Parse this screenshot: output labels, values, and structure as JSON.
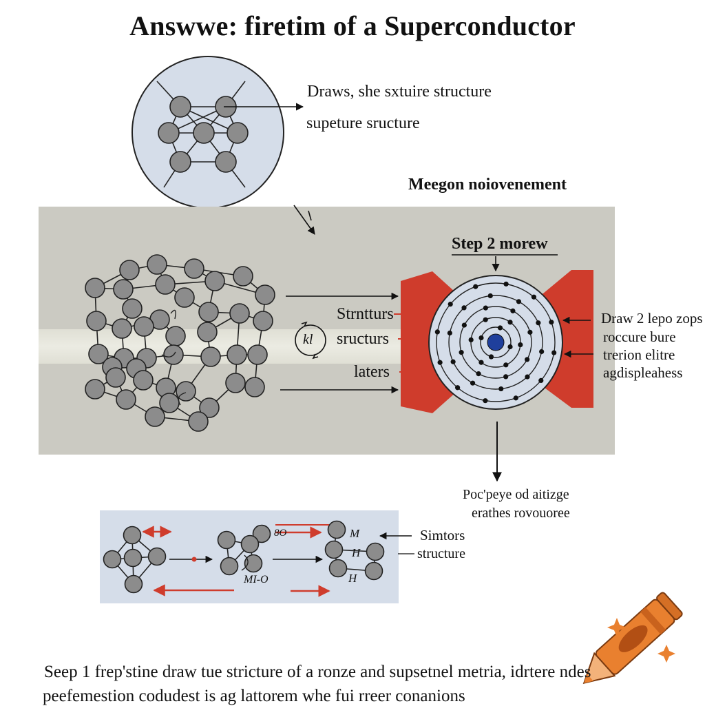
{
  "title": "Answwe: firetim of a Superconductor",
  "top_panel": {
    "label_line1": "Draws, she sxtuire structure",
    "label_line2": "supeture sructure"
  },
  "heading_mid": "Meegon noiovenement",
  "step_label": "Step 2 morew",
  "mid_labels": {
    "structures1": "Strntturs",
    "structures2": "sructurs",
    "laters": "laters",
    "cycle_symbol": "kl"
  },
  "right_labels": {
    "line1": "Draw 2 lepo zops",
    "line2": "roccure bure",
    "line3": "trerion elitre",
    "line4": "agdispleahess"
  },
  "below_right": {
    "line1": "Poc'peye od aitizge",
    "line2": "erathes rovouoree"
  },
  "lower_panel": {
    "mid_label": "MI-O",
    "upper_small": "8O",
    "label_m": "M",
    "label_h": "H",
    "label_h2": "H",
    "side_line1": "Simtors",
    "side_line2": "structure"
  },
  "footer": {
    "line1": "Seep 1 frep'stine draw tue stricture of a ronze and supsetnel metria, idrtere ndes",
    "line2": "peefemestion codudest is ag lattorem whe fui rreer conanions"
  },
  "colors": {
    "panel_gray": "#cbcac2",
    "panel_blue": "#d5dde9",
    "circle_fill": "#d5dde9",
    "atom_gray": "#8c8c8c",
    "red": "#cf3c2c",
    "nucleus_blue": "#1f3f9c",
    "crayon_orange": "#e9802f"
  },
  "icons": [
    "crayon-icon",
    "sparkle-icon"
  ]
}
